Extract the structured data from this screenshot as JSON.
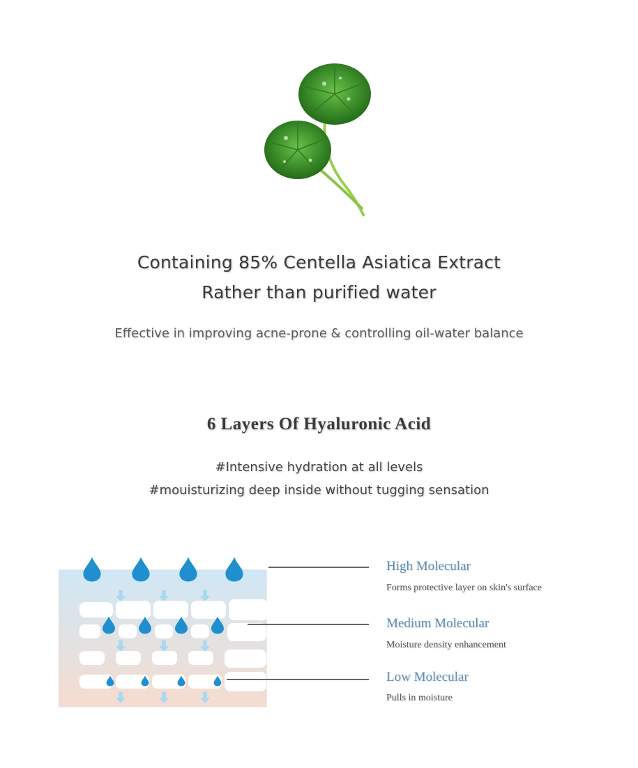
{
  "hero": {
    "line1": "Containing 85% Centella Asiatica Extract",
    "line2": "Rather than purified water",
    "description": "Effective in improving acne-prone & controlling oil-water balance"
  },
  "hyaluronic": {
    "title": "6 Layers Of Hyaluronic Acid",
    "tag1": "#Intensive hydration at all levels",
    "tag2": "#mouisturizing deep inside without tugging sensation"
  },
  "layers": [
    {
      "title": "High Molecular",
      "subtitle": "Forms protective layer on skin's surface"
    },
    {
      "title": "Medium Molecular",
      "subtitle": "Moisture density enhancement"
    },
    {
      "title": "Low Molecular",
      "subtitle": "Pulls in moisture"
    }
  ],
  "colors": {
    "leaf": "#3c8f2a",
    "stem": "#9ccf50",
    "drop": "#1f8fd0",
    "arrow": "#a9d8f2",
    "skin_top": "#cfe8f6",
    "skin_bottom": "#f6dccf",
    "accent_text": "#5b8fb8"
  },
  "icons": {
    "plant": "centella-plant-icon",
    "drop": "water-drop-icon",
    "arrow": "down-arrow-icon"
  }
}
